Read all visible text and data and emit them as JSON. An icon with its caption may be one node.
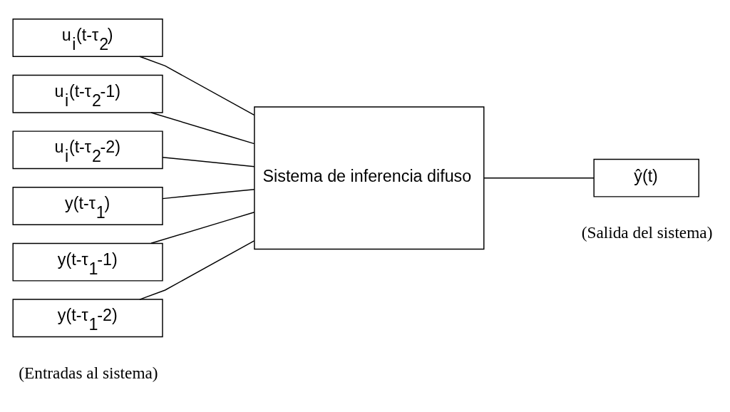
{
  "diagram": {
    "nodes": [
      {
        "text": [
          "u$_{i}$(t-τ$_{2}$)"
        ]
      },
      {
        "text": [
          "u$_{i}$(t-τ$_{2}$-1)"
        ]
      },
      {
        "text": [
          "u$_{i}$(t-τ$_{2}$-2)"
        ]
      },
      {
        "text": [
          "y(t-τ$_{1}$)"
        ]
      },
      {
        "text": [
          "y(t-τ$_{1}$-1)"
        ]
      },
      {
        "text": [
          "y(t-τ$_{1}$-2)"
        ]
      },
      {
        "text": [
          "Sistema de inferencia difuso"
        ]
      },
      {
        "text": [
          "ŷ(t)"
        ]
      }
    ],
    "edges": [
      {
        "from": 0,
        "to": 6,
        "arrow": "none"
      },
      {
        "from": 1,
        "to": 6,
        "arrow": "none"
      },
      {
        "from": 2,
        "to": 6,
        "arrow": "none"
      },
      {
        "from": 3,
        "to": 6,
        "arrow": "none"
      },
      {
        "from": 4,
        "to": 6,
        "arrow": "none"
      },
      {
        "from": 5,
        "to": 6,
        "arrow": "none"
      },
      {
        "from": 6,
        "to": 7,
        "arrow": "none"
      }
    ],
    "labels": [
      "(Entradas al sistema)",
      "(Salida del sistema)"
    ]
  }
}
